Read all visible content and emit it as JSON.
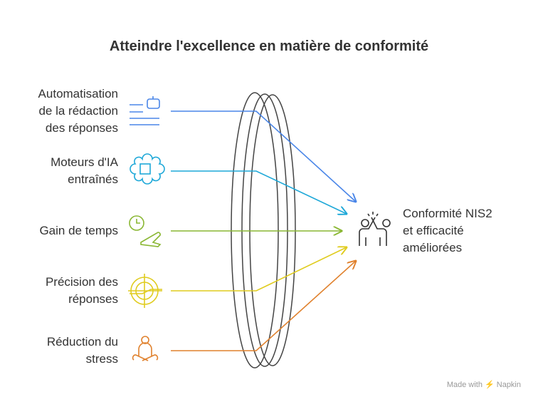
{
  "title": "Atteindre l'excellence en matière de conformité",
  "inputs": [
    {
      "label": "Automatisation\nde la rédaction\ndes réponses",
      "icon": "robot-document-icon",
      "color": "#4a86e8"
    },
    {
      "label": "Moteurs d'IA\nentraînés",
      "icon": "brain-chip-icon",
      "color": "#1ea8d8"
    },
    {
      "label": "Gain de temps",
      "icon": "clock-plane-icon",
      "color": "#8ab733"
    },
    {
      "label": "Précision des\nréponses",
      "icon": "target-icon",
      "color": "#e0cc1f"
    },
    {
      "label": "Réduction du\nstress",
      "icon": "meditation-icon",
      "color": "#e0812d"
    }
  ],
  "output": {
    "label": "Conformité NIS2\net efficacité\naméliorées",
    "icon": "high-five-icon"
  },
  "footer": "Made with ⚡ Napkin"
}
